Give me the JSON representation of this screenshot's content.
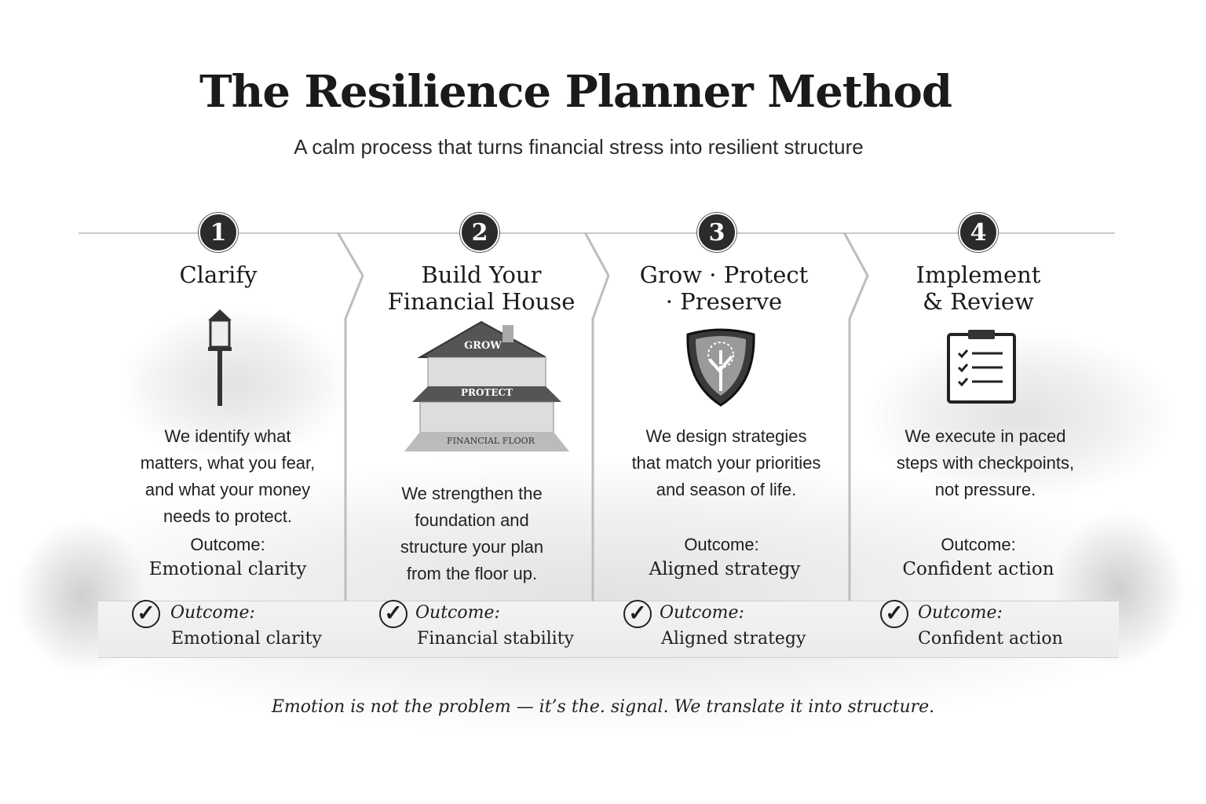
{
  "title": "The Resilience Planner Method",
  "subtitle": "A calm process that turns financial stress into resilient structure",
  "steps": [
    {
      "number": "1",
      "heading": [
        "Clarify",
        ""
      ],
      "body": [
        "We identify what",
        "matters, what you fear,",
        "and what your money",
        "needs to protect."
      ],
      "outcome_label": "Outcome:",
      "outcome": "Emotional clarity",
      "icon": "lamp-post-icon"
    },
    {
      "number": "2",
      "heading": [
        "Build Your",
        "Financial House"
      ],
      "body": [
        "We strengthen the",
        "foundation and",
        "structure your plan",
        "from the floor up."
      ],
      "house_labels": [
        "GROW",
        "PROTECT",
        "FINANCIAL FLOOR"
      ],
      "icon": "house-icon"
    },
    {
      "number": "3",
      "heading": [
        "Grow · Protect",
        "· Preserve"
      ],
      "body": [
        "We design strategies",
        "that match your priorities",
        "and season of life."
      ],
      "outcome_label": "Outcome:",
      "outcome": "Aligned strategy",
      "icon": "tree-shield-icon"
    },
    {
      "number": "4",
      "heading": [
        "Implement",
        "& Review"
      ],
      "body": [
        "We execute in paced",
        "steps with checkpoints,",
        "not pressure."
      ],
      "outcome_label": "Outcome:",
      "outcome": "Confident action",
      "icon": "clipboard-checklist-icon"
    }
  ],
  "band": [
    {
      "label": "Outcome:",
      "value": "Emotional clarity"
    },
    {
      "label": "Outcome:",
      "value": "Financial stability"
    },
    {
      "label": "Outcome:",
      "value": "Aligned strategy"
    },
    {
      "label": "Outcome:",
      "value": "Confident action"
    }
  ],
  "footer": "Emotion is not the problem — it’s the. signal. We translate it into structure."
}
